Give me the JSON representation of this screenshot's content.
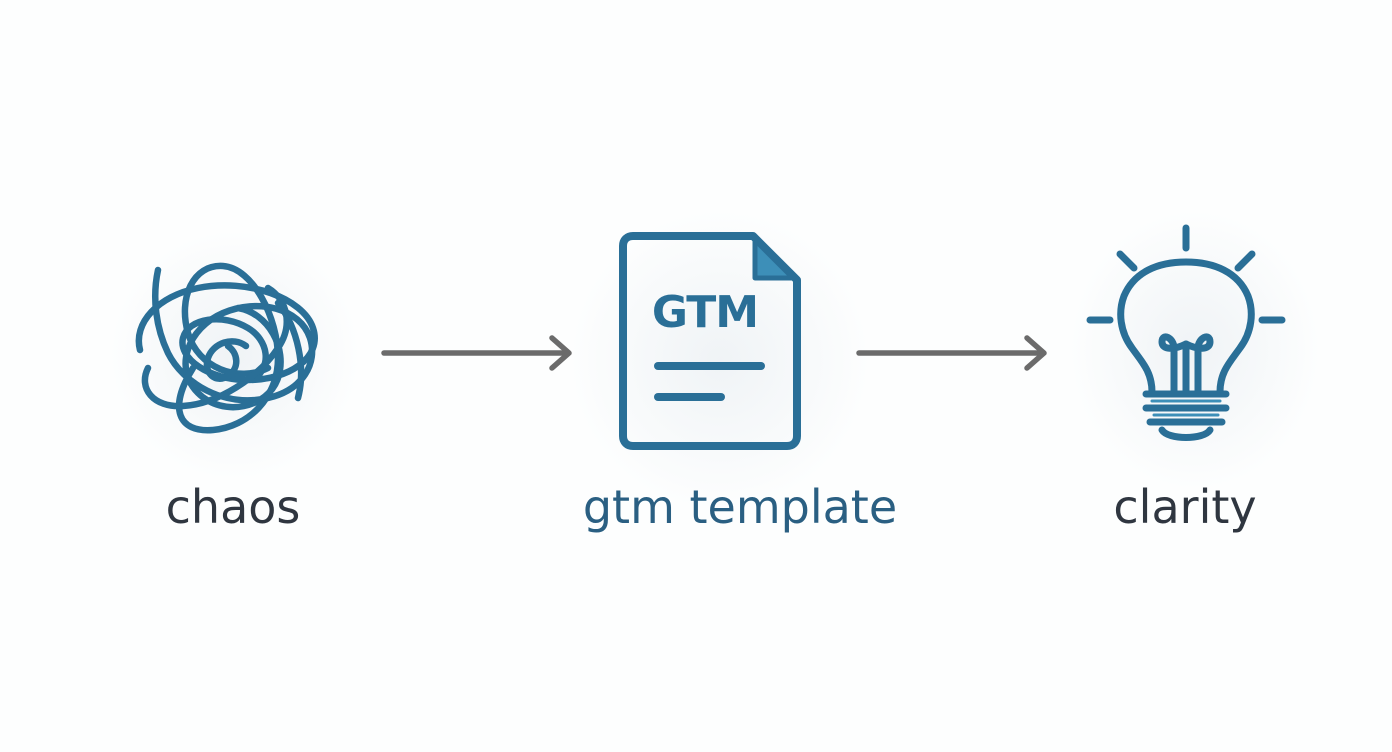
{
  "nodes": [
    {
      "id": "chaos",
      "label": "chaos",
      "icon": "tangle-icon"
    },
    {
      "id": "template",
      "label": "gtm template",
      "icon": "document-icon",
      "doc_heading": "GTM"
    },
    {
      "id": "clarity",
      "label": "clarity",
      "icon": "lightbulb-icon"
    }
  ],
  "edges": [
    {
      "from": "chaos",
      "to": "template"
    },
    {
      "from": "template",
      "to": "clarity"
    }
  ],
  "colors": {
    "icon_blue": "#2a6f97",
    "accent_blue": "#3d8fb8",
    "arrow_gray": "#6b6b6b",
    "label_dark": "#2f3640",
    "label_blue": "#2a5f82",
    "background": "#fdfefe"
  }
}
